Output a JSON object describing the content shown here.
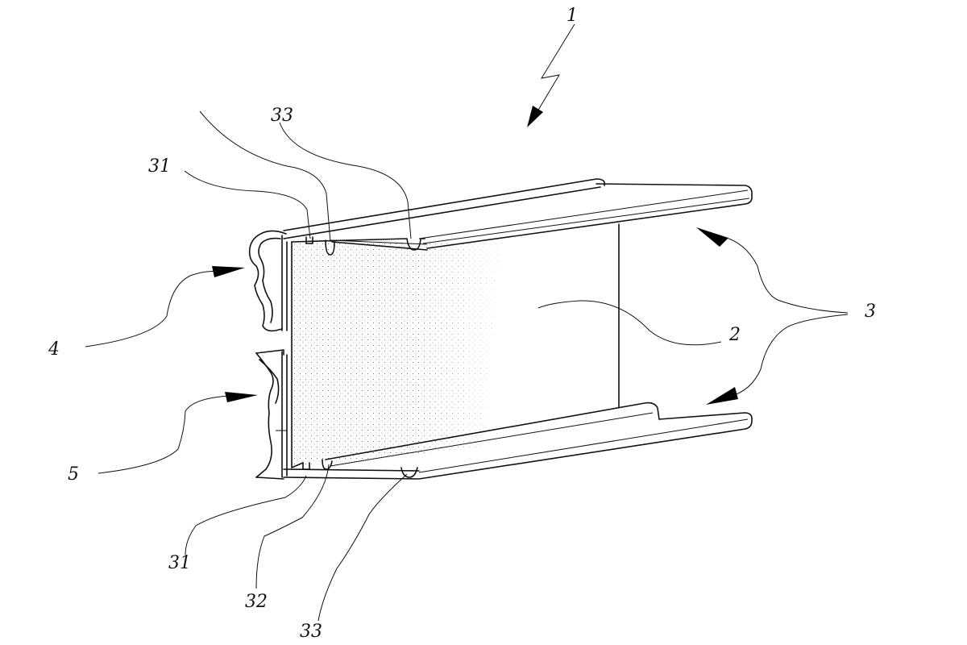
{
  "figure": {
    "labels": {
      "assembly": "1",
      "panel": "2",
      "rails": "3",
      "upper_clip": "4",
      "lower_clip": "5",
      "top_rear_slot": "31",
      "top_groove": "33",
      "bottom_rear_slot": "31",
      "bottom_front_slot": "32",
      "bottom_groove": "33"
    }
  }
}
